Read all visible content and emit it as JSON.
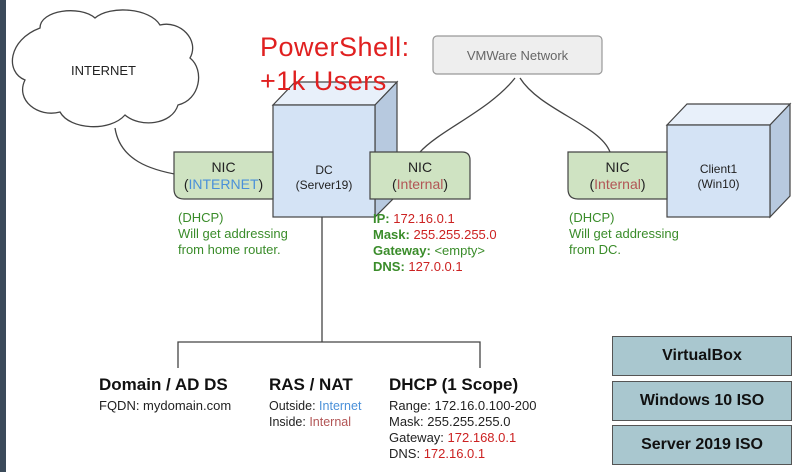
{
  "title": {
    "line1": "PowerShell:",
    "line2": "+1k Users",
    "color": "#e02020"
  },
  "internet": {
    "label": "INTERNET"
  },
  "vmware": {
    "label": "VMWare Network"
  },
  "dc": {
    "line1": "DC",
    "line2": "(Server19)"
  },
  "client": {
    "line1": "Client1",
    "line2": "(Win10)"
  },
  "nic_internet": {
    "label": "NIC",
    "paren_open": "(",
    "name": "INTERNET",
    "paren_close": ")"
  },
  "nic_internal_dc": {
    "label": "NIC",
    "paren_open": "(",
    "name": "Internal",
    "paren_close": ")"
  },
  "nic_internal_client": {
    "label": "NIC",
    "paren_open": "(",
    "name": "Internal",
    "paren_close": ")"
  },
  "dhcp_internet_note": {
    "line1": "(DHCP)",
    "line2": "Will get addressing",
    "line3": "from home router."
  },
  "dhcp_client_note": {
    "line1": "(DHCP)",
    "line2": "Will get addressing",
    "line3": "from DC."
  },
  "dc_ip": {
    "ip_label": "IP:",
    "ip_value": "172.16.0.1",
    "mask_label": "Mask:",
    "mask_value": "255.255.255.0",
    "gw_label": "Gateway:",
    "gw_value": "<empty>",
    "dns_label": "DNS:",
    "dns_value": "127.0.0.1"
  },
  "services": {
    "domain": {
      "title": "Domain / AD DS",
      "line1": "FQDN: mydomain.com"
    },
    "ras": {
      "title": "RAS / NAT",
      "outside_label": "Outside:",
      "outside_value": "Internet",
      "inside_label": "Inside:",
      "inside_value": "Internal"
    },
    "dhcp": {
      "title": "DHCP (1 Scope)",
      "range": "Range: 172.16.0.100-200",
      "mask": "Mask: 255.255.255.0",
      "gw_label": "Gateway:",
      "gw_value": "172.168.0.1",
      "dns_label": "DNS:",
      "dns_value": "172.16.0.1"
    }
  },
  "side_buttons": {
    "virtualbox": "VirtualBox",
    "win10_iso": "Windows 10 ISO",
    "server_iso": "Server 2019 ISO"
  },
  "colors": {
    "nic_fill": "#cfe3c2",
    "box_front": "#d4e3f5",
    "box_top": "#e8f0fa",
    "box_side": "#b7c9df",
    "vmware_fill": "#eeeeee",
    "button_fill": "#a9c7cf",
    "green_text": "#3a8c2a",
    "red_text": "#cc2222",
    "blue_text": "#4a90d9",
    "pink_text": "#b25555"
  }
}
